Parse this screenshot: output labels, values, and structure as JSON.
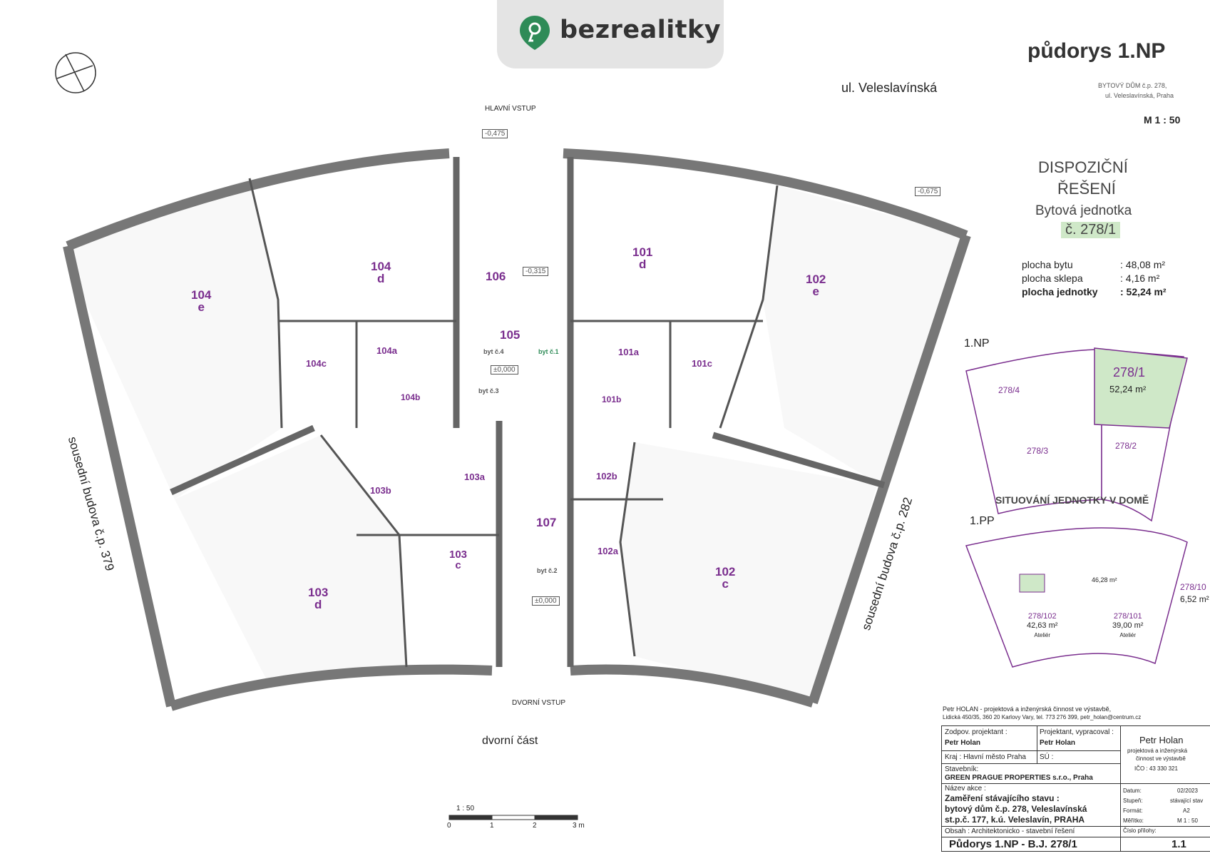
{
  "brand": {
    "name": "bezrealitky",
    "logo_color": "#2e8b57"
  },
  "header": {
    "title": "půdorys 1.NP",
    "building_line1": "BYTOVÝ DŮM č.p. 278,",
    "building_line2": "ul. Veleslavínská, Praha",
    "scale": "M 1 : 50"
  },
  "street": {
    "top": "ul. Veleslavínská",
    "bottom": "dvorní část"
  },
  "neighbors": {
    "left": "sousední budova č.p. 379",
    "right": "sousední budova č.p. 282"
  },
  "entrances": {
    "main": "HLAVNÍ VSTUP",
    "yard": "DVORNÍ VSTUP"
  },
  "rooms": [
    {
      "num": "104",
      "letter": "e"
    },
    {
      "num": "104",
      "letter": "d"
    },
    {
      "num": "106",
      "letter": ""
    },
    {
      "num": "101",
      "letter": "d"
    },
    {
      "num": "102",
      "letter": "e"
    },
    {
      "num": "104a",
      "letter": ""
    },
    {
      "num": "104c",
      "letter": ""
    },
    {
      "num": "104b",
      "letter": ""
    },
    {
      "num": "105",
      "letter": ""
    },
    {
      "num": "101a",
      "letter": ""
    },
    {
      "num": "101c",
      "letter": ""
    },
    {
      "num": "101b",
      "letter": ""
    },
    {
      "num": "103b",
      "letter": ""
    },
    {
      "num": "103a",
      "letter": ""
    },
    {
      "num": "102b",
      "letter": ""
    },
    {
      "num": "107",
      "letter": ""
    },
    {
      "num": "103",
      "letter": "c"
    },
    {
      "num": "102a",
      "letter": ""
    },
    {
      "num": "103",
      "letter": "d"
    },
    {
      "num": "102",
      "letter": "c"
    }
  ],
  "plan_labels": {
    "level_main": "±0,000",
    "level_yard": "±0,000",
    "level_stair": "-0,315",
    "level_entry": "-0,475",
    "level_right": "-0,675",
    "flats": [
      "byt č.4",
      "byt č.1",
      "byt č.3",
      "byt č.2"
    ]
  },
  "disposition": {
    "title1": "DISPOZIČNÍ",
    "title2": "ŘEŠENÍ",
    "unit_label": "Bytová jednotka",
    "unit_id": "č. 278/1",
    "highlight_color": "#cfe8c8",
    "areas": [
      {
        "label": "plocha bytu",
        "value": ": 48,08 m²"
      },
      {
        "label": "plocha sklepa",
        "value": ": 4,16 m²"
      },
      {
        "label": "plocha jednotky",
        "value": ": 52,24 m²"
      }
    ]
  },
  "situation": {
    "np_label": "1.NP",
    "units": [
      "278/4",
      "278/3",
      "278/2",
      "278/1"
    ],
    "selected_area": "52,24 m²",
    "title": "SITUOVÁNÍ JEDNOTKY V DOMĚ",
    "pp_label": "1.PP",
    "pp_units": [
      {
        "id": "278/102",
        "area": "42,63 m²",
        "note": "Ateliér"
      },
      {
        "id": "278/101",
        "area": "39,00 m²",
        "note": "Ateliér"
      }
    ],
    "pp_side": {
      "id": "278/10",
      "area": "6,52 m²"
    },
    "pp_center_area": "46,28 m²"
  },
  "title_block": {
    "company": "Petr HOLAN - projektová a inženýrská činnost ve výstavbě,",
    "address": "Lidická 450/35, 360 20 Karlovy Vary,  tel. 773 276 399,  petr_holan@centrum.cz",
    "resp_label": "Zodpov. projektant :",
    "resp_value": "Petr Holan",
    "proj_label": "Projektant, vypracoval :",
    "proj_value": "Petr Holan",
    "stamp_name": "Petr Holan",
    "stamp_line1": "projektová a inženýrská",
    "stamp_line2": "činnost ve výstavbě",
    "stamp_ico": "IČO : 43 330 321",
    "kraj": "Kraj : Hlavní město Praha",
    "su": "SÚ :",
    "investor_label": "Stavebník:",
    "investor": "GREEN PRAGUE PROPERTIES s.r.o., Praha",
    "action_label": "Název akce :",
    "action1": "Zaměření stávajícího stavu :",
    "action2": "bytový dům č.p. 278, Veleslavínská",
    "action3": "st.p.č. 177, k.ú. Veleslavín, PRAHA",
    "content": "Obsah :  Architektonicko - stavební řešení",
    "drawing": "Půdorys 1.NP - B.J. 278/1",
    "date_label": "Datum:",
    "date": "02/2023",
    "stage_label": "Stupeň:",
    "stage": "stávající stav",
    "format_label": "Formát:",
    "format": "A2",
    "scale_label": "Měřítko:",
    "scale": "M 1 : 50",
    "num_label": "Číslo přílohy:",
    "num": "1.1"
  },
  "scale_bar": {
    "label": "1 : 50",
    "ticks": [
      "0",
      "1",
      "2",
      "3 m"
    ]
  }
}
